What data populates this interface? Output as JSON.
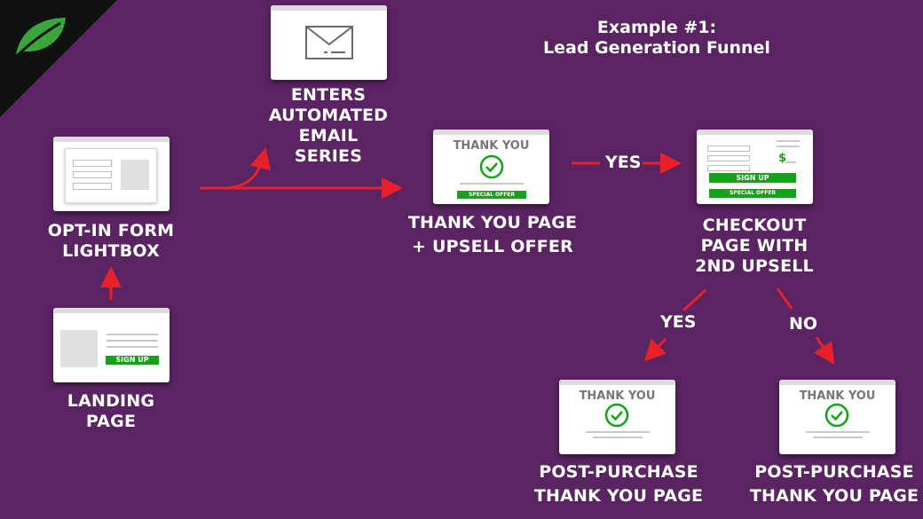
{
  "title": {
    "line1": "Example #1:",
    "line2": "Lead Generation Funnel"
  },
  "nodes": {
    "landing": {
      "label_line1": "LANDING",
      "label_line2": "PAGE",
      "button": "SIGN UP"
    },
    "optin": {
      "label_line1": "OPT-IN FORM",
      "label_line2": "LIGHTBOX"
    },
    "email": {
      "label_line1": "ENTERS",
      "label_line2": "AUTOMATED",
      "label_line3": "EMAIL",
      "label_line4": "SERIES"
    },
    "thankyou": {
      "label_line1": "THANK YOU PAGE",
      "label_line2": "+ UPSELL OFFER",
      "card_title": "THANK YOU",
      "button": "SPECIAL OFFER"
    },
    "checkout": {
      "label_line1": "CHECKOUT",
      "label_line2": "PAGE WITH",
      "label_line3": "2ND UPSELL",
      "button1": "SIGN UP",
      "button2": "SPECIAL OFFER",
      "price_symbol": "$"
    },
    "post_yes": {
      "label_line1": "POST-PURCHASE",
      "label_line2": "THANK YOU PAGE",
      "card_title": "THANK YOU"
    },
    "post_no": {
      "label_line1": "POST-PURCHASE",
      "label_line2": "THANK YOU PAGE",
      "card_title": "THANK YOU"
    }
  },
  "edges": {
    "yes_checkout": "YES",
    "yes_post": "YES",
    "no_post": "NO"
  },
  "colors": {
    "background": "#5a2462",
    "arrow": "#e8202a",
    "green": "#14a318"
  }
}
